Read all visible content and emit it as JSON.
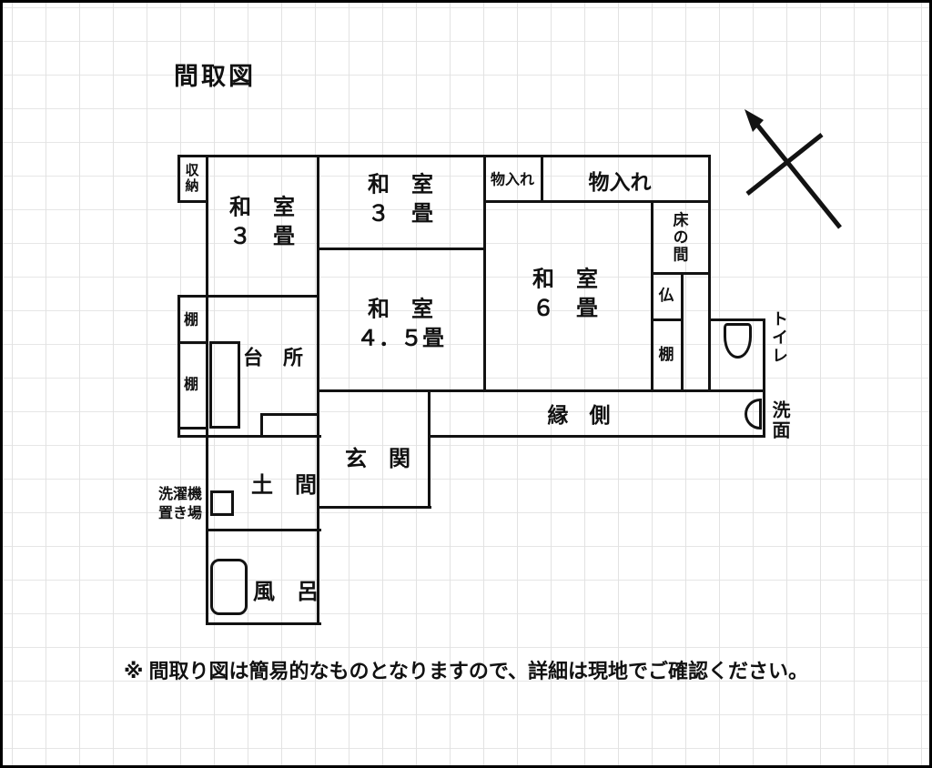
{
  "page": {
    "title": "間取図",
    "footer_note": "※ 間取り図は簡易的なものとなりますので、詳細は現地でご確認ください。"
  },
  "rooms": {
    "shuno": {
      "label": "収納"
    },
    "washitsu3_left": {
      "label": "和　室\n３　畳"
    },
    "washitsu3_mid": {
      "label": "和　室\n３　畳"
    },
    "monoire_small": {
      "label": "物入れ"
    },
    "monoire_large": {
      "label": "物入れ"
    },
    "tokonoma": {
      "label": "床の間"
    },
    "washitsu6": {
      "label": "和　室\n６　畳"
    },
    "butsudan": {
      "label": "仏"
    },
    "tana_left_upper": {
      "label": "棚"
    },
    "tana_left_lower": {
      "label": "棚"
    },
    "tana_right": {
      "label": "棚"
    },
    "daidokoro": {
      "label": "台　所"
    },
    "washitsu45": {
      "label": "和　室\n４．５畳"
    },
    "toilet": {
      "label": "トイレ"
    },
    "engawa": {
      "label": "縁　側"
    },
    "senmen": {
      "label": "洗面"
    },
    "genkan": {
      "label": "玄　関"
    },
    "doma": {
      "label": "土　間"
    },
    "sentakuki": {
      "label": "洗濯機\n置き場"
    },
    "furo": {
      "label": "風　呂"
    }
  },
  "icons": {
    "compass": "north-arrow",
    "toilet_bowl": "toilet-bowl-top-view",
    "sink": "wash-basin-half-ellipse",
    "bathtub": "bathtub-rounded-rect",
    "washing_machine": "washing-machine-square",
    "kitchen_counter": "kitchen-counter-rect"
  },
  "colors": {
    "wall": "#121212",
    "grid": "#e4e4e4",
    "background": "#ffffff"
  }
}
